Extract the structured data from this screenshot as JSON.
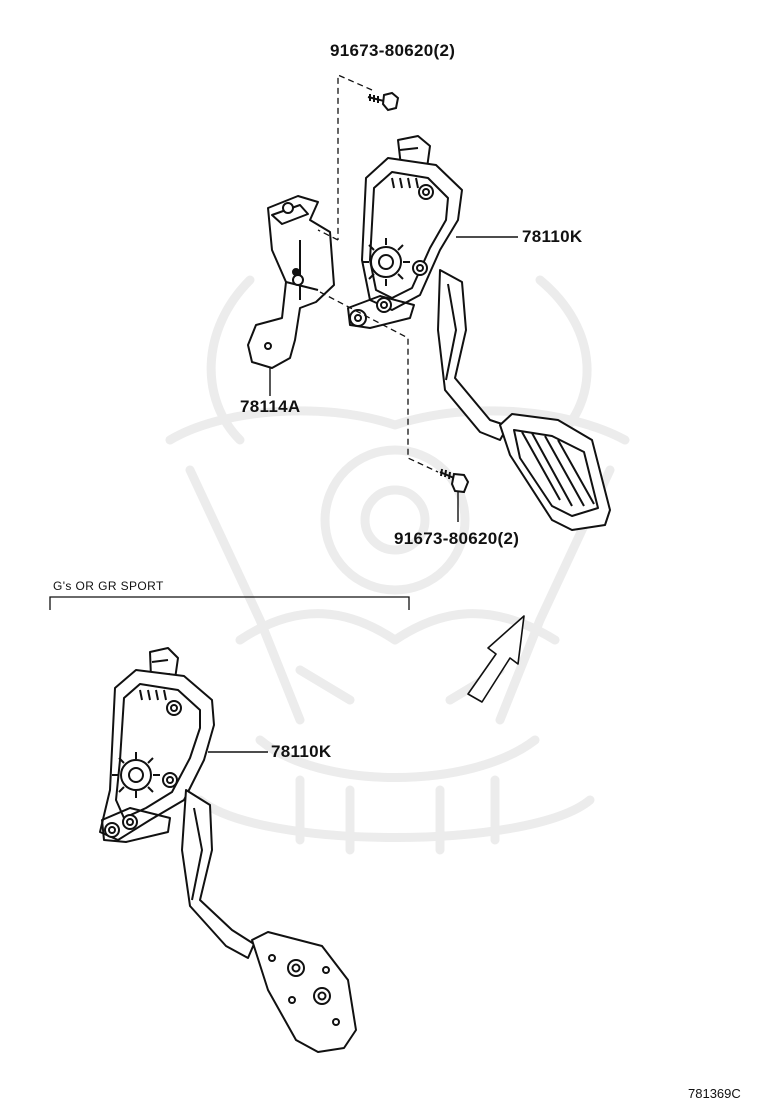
{
  "callouts": {
    "bolt_top": "91673-80620(2)",
    "bolt_bottom": "91673-80620(2)",
    "pedal_upper": "78110K",
    "bracket": "78114A",
    "pedal_lower": "78110K"
  },
  "variant_note": "G's OR GR SPORT",
  "diagram_code": "781369C",
  "watermark": "samurai-mask-logo"
}
